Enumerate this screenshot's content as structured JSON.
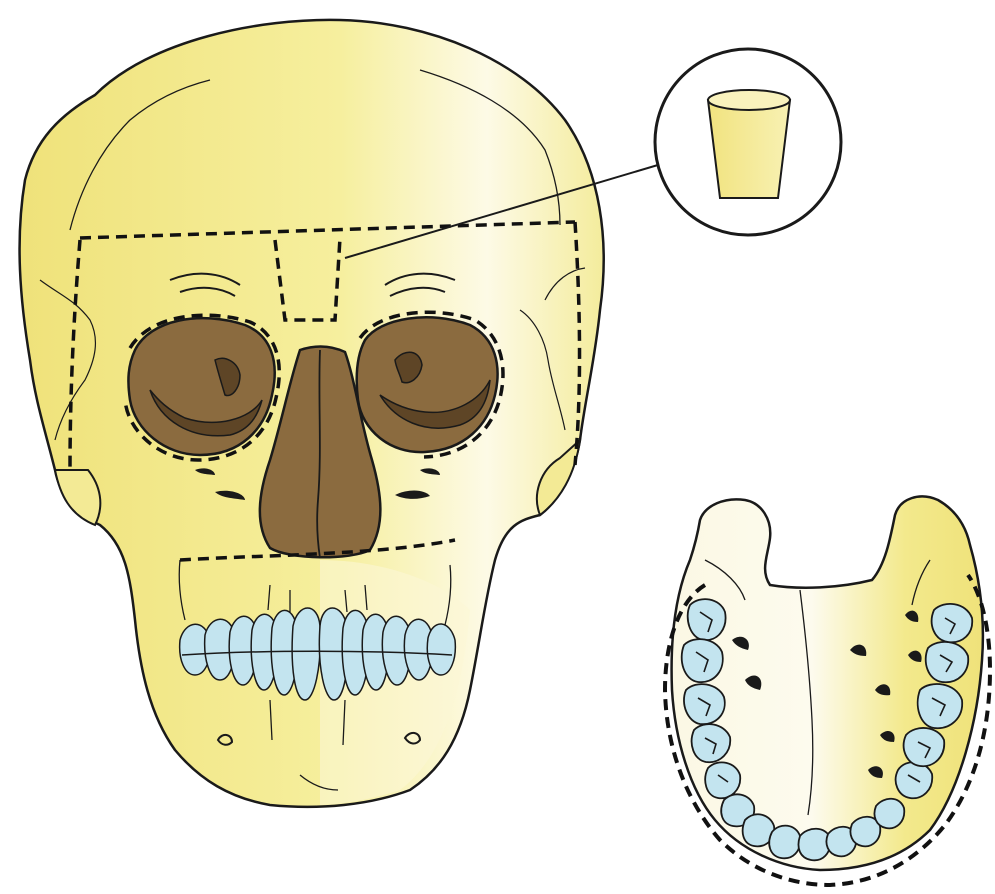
{
  "figure": {
    "kind": "anatomical-illustration",
    "panels": [
      "skull-frontal-view",
      "bone-graft-inset",
      "maxilla-palatal-view"
    ],
    "colors": {
      "bone": "#f2e98a",
      "bone_light": "#fbf6d2",
      "cavity": "#8a6a3e",
      "cavity_dark": "#5e4526",
      "teeth": "#bfe3ee",
      "outline": "#1a1a1a",
      "background": "#ffffff"
    },
    "annotations": {
      "osteotomy_lines": "dashed",
      "inset_callout": "circle"
    }
  }
}
